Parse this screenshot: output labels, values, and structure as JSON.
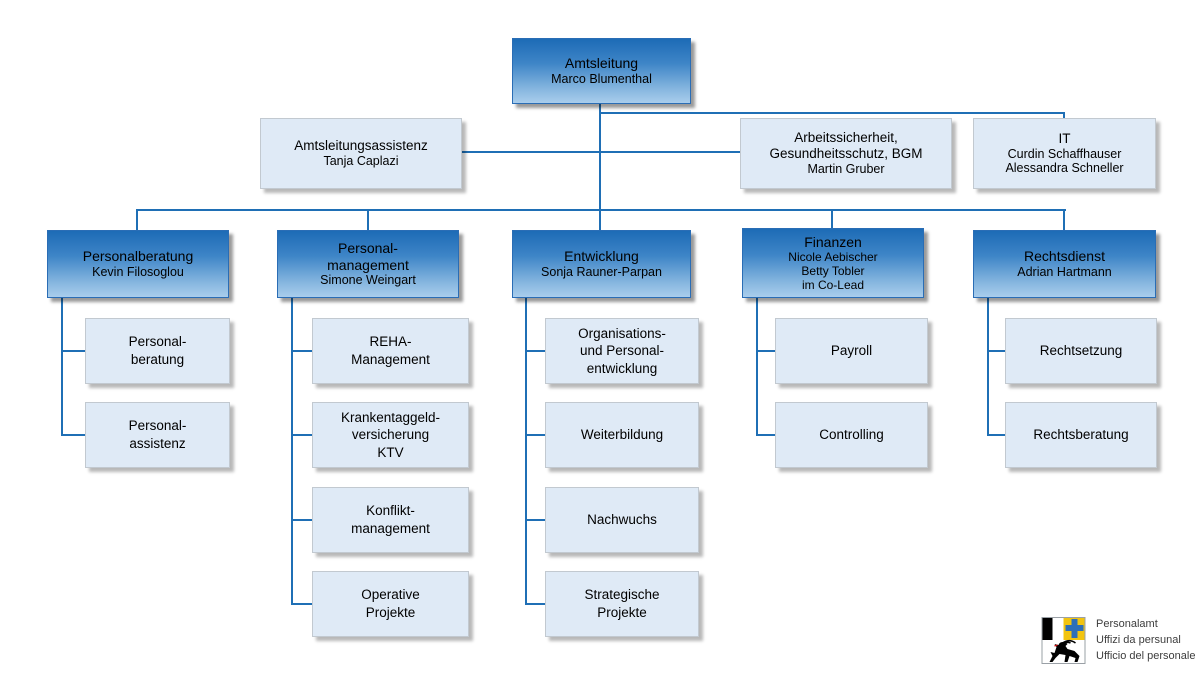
{
  "root": {
    "title": "Amtsleitung",
    "subtitle": "Marco Blumenthal"
  },
  "staff": [
    {
      "title": "Amtsleitungsassistenz",
      "subtitle": "Tanja Caplazi"
    },
    {
      "title": "Arbeitssicherheit,\nGesundheitsschutz, BGM",
      "subtitle": "Martin Gruber"
    },
    {
      "title": "IT",
      "subtitle": "Curdin Schaffhauser\nAlessandra Schneller"
    }
  ],
  "departments": [
    {
      "title": "Personalberatung",
      "subtitle": "Kevin Filosoglou",
      "units": [
        {
          "label": "Personal-\nberatung"
        },
        {
          "label": "Personal-\nassistenz"
        }
      ]
    },
    {
      "title": "Personal-\nmanagement",
      "subtitle": "Simone Weingart",
      "units": [
        {
          "label": "REHA-\nManagement"
        },
        {
          "label": "Krankentaggeld-\nversicherung\nKTV"
        },
        {
          "label": "Konflikt-\nmanagement"
        },
        {
          "label": "Operative\nProjekte"
        }
      ]
    },
    {
      "title": "Entwicklung",
      "subtitle": "Sonja Rauner-Parpan",
      "units": [
        {
          "label": "Organisations-\nund Personal-\nentwicklung"
        },
        {
          "label": "Weiterbildung"
        },
        {
          "label": "Nachwuchs"
        },
        {
          "label": "Strategische\nProjekte"
        }
      ]
    },
    {
      "title": "Finanzen",
      "subtitle": "Nicole Aebischer\nBetty Tobler\nim Co-Lead",
      "units": [
        {
          "label": "Payroll"
        },
        {
          "label": "Controlling"
        }
      ]
    },
    {
      "title": "Rechtsdienst",
      "subtitle": "Adrian Hartmann",
      "units": [
        {
          "label": "Rechtsetzung"
        },
        {
          "label": "Rechtsberatung"
        }
      ]
    }
  ],
  "footer": {
    "org_names": "Personalamt\nUffizi da persunal\nUfficio del personale"
  },
  "colors": {
    "connector": "#1f6fb5",
    "department_gradient_top": "#1d6bb6",
    "department_gradient_bottom": "#a9cdec",
    "unit_box_background": "#dfeaf6"
  }
}
